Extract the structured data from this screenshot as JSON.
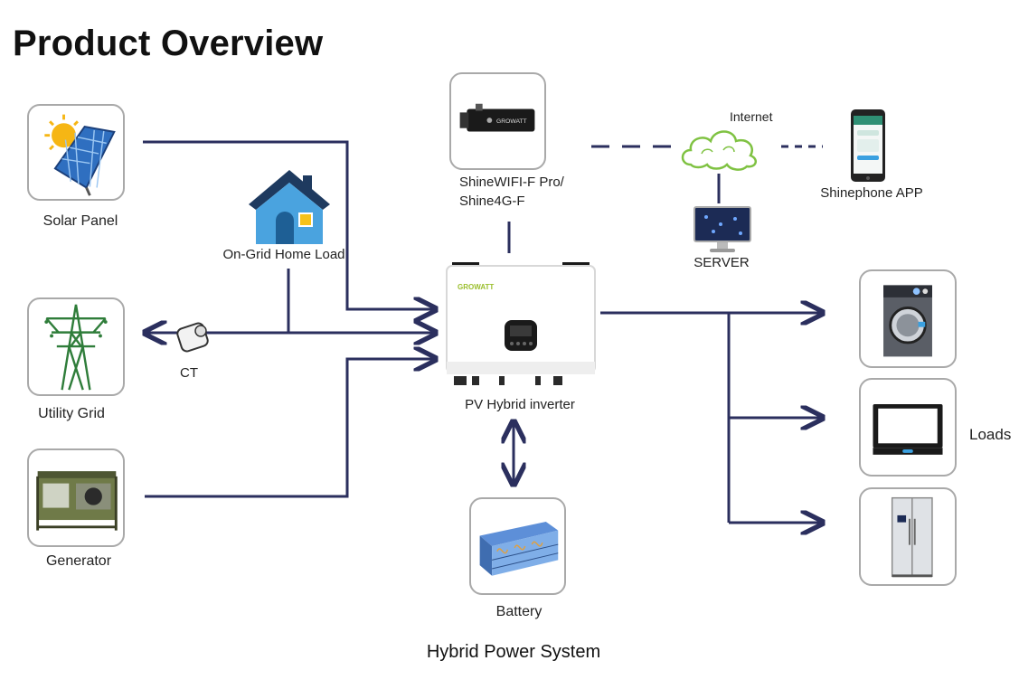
{
  "page": {
    "title": "Product Overview",
    "caption": "Hybrid Power System"
  },
  "nodes": {
    "solar_panel": {
      "label": "Solar Panel"
    },
    "on_grid_home_load": {
      "label": "On-Grid Home Load"
    },
    "utility_grid": {
      "label": "Utility Grid"
    },
    "ct": {
      "label": "CT"
    },
    "generator": {
      "label": "Generator"
    },
    "shine_wifi": {
      "label_line1": "ShineWIFI-F Pro/",
      "label_line2": "Shine4G-F"
    },
    "internet": {
      "label": "Internet"
    },
    "server": {
      "label": "SERVER"
    },
    "shinephone": {
      "label": "Shinephone APP"
    },
    "inverter": {
      "label": "PV Hybrid inverter",
      "brand": "GROWATT"
    },
    "battery": {
      "label": "Battery"
    },
    "loads": {
      "label": "Loads"
    }
  },
  "colors": {
    "line": "#2b2f5e",
    "cloud": "#7fc242",
    "house_roof": "#1e3a5f",
    "house_wall": "#4aa3df",
    "box_border": "#a9a9a9"
  },
  "icons": [
    "solar-panel-icon",
    "house-icon",
    "pylon-icon",
    "ct-clamp-icon",
    "generator-icon",
    "wifi-dongle-icon",
    "cloud-icon",
    "server-monitor-icon",
    "smartphone-icon",
    "inverter-icon",
    "battery-icon",
    "washing-machine-icon",
    "tv-icon",
    "refrigerator-icon"
  ]
}
